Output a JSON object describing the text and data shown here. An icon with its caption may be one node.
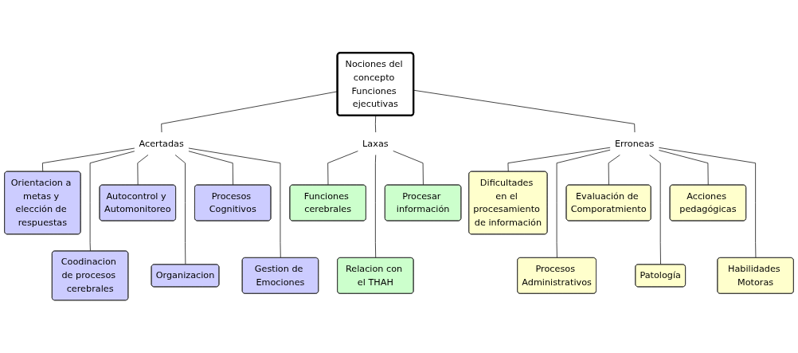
{
  "diagram": {
    "nodes": [
      {
        "text": [
          "Nociones del concepto Funciones ejecutivas"
        ]
      },
      {
        "text": [
          "Acertadas"
        ]
      },
      {
        "text": [
          "Laxas"
        ]
      },
      {
        "text": [
          "Erroneas"
        ]
      },
      {
        "text": [
          "Orientacion a metas y elección de respuestas"
        ]
      },
      {
        "text": [
          "Coodinacion de procesos cerebrales"
        ]
      },
      {
        "text": [
          "Autocontrol y Automonitoreo"
        ]
      },
      {
        "text": [
          "Organizacion"
        ]
      },
      {
        "text": [
          "Procesos Cognitivos"
        ]
      },
      {
        "text": [
          "Gestion de Emociones"
        ]
      },
      {
        "text": [
          "Funciones cerebrales"
        ]
      },
      {
        "text": [
          "Relacion con el THAH"
        ]
      },
      {
        "text": [
          "Procesar información"
        ]
      },
      {
        "text": [
          "Dificultades en el procesamiento de información"
        ]
      },
      {
        "text": [
          "Procesos Administrativos"
        ]
      },
      {
        "text": [
          "Evaluación de Comporatmiento"
        ]
      },
      {
        "text": [
          "Patología"
        ]
      },
      {
        "text": [
          "Acciones pedagógicas"
        ]
      },
      {
        "text": [
          "Habilidades Motoras"
        ]
      }
    ],
    "edges": [
      {
        "from": 0,
        "to": 1,
        "arrow": "none"
      },
      {
        "from": 0,
        "to": 2,
        "arrow": "none"
      },
      {
        "from": 0,
        "to": 3,
        "arrow": "none"
      },
      {
        "from": 1,
        "to": 4,
        "arrow": "none"
      },
      {
        "from": 1,
        "to": 5,
        "arrow": "none"
      },
      {
        "from": 1,
        "to": 6,
        "arrow": "none"
      },
      {
        "from": 1,
        "to": 7,
        "arrow": "none"
      },
      {
        "from": 1,
        "to": 8,
        "arrow": "none"
      },
      {
        "from": 1,
        "to": 9,
        "arrow": "none"
      },
      {
        "from": 2,
        "to": 10,
        "arrow": "none"
      },
      {
        "from": 2,
        "to": 11,
        "arrow": "none"
      },
      {
        "from": 2,
        "to": 12,
        "arrow": "none"
      },
      {
        "from": 3,
        "to": 13,
        "arrow": "none"
      },
      {
        "from": 3,
        "to": 14,
        "arrow": "none"
      },
      {
        "from": 3,
        "to": 15,
        "arrow": "none"
      },
      {
        "from": 3,
        "to": 16,
        "arrow": "none"
      },
      {
        "from": 3,
        "to": 17,
        "arrow": "none"
      },
      {
        "from": 3,
        "to": 18,
        "arrow": "none"
      }
    ]
  }
}
